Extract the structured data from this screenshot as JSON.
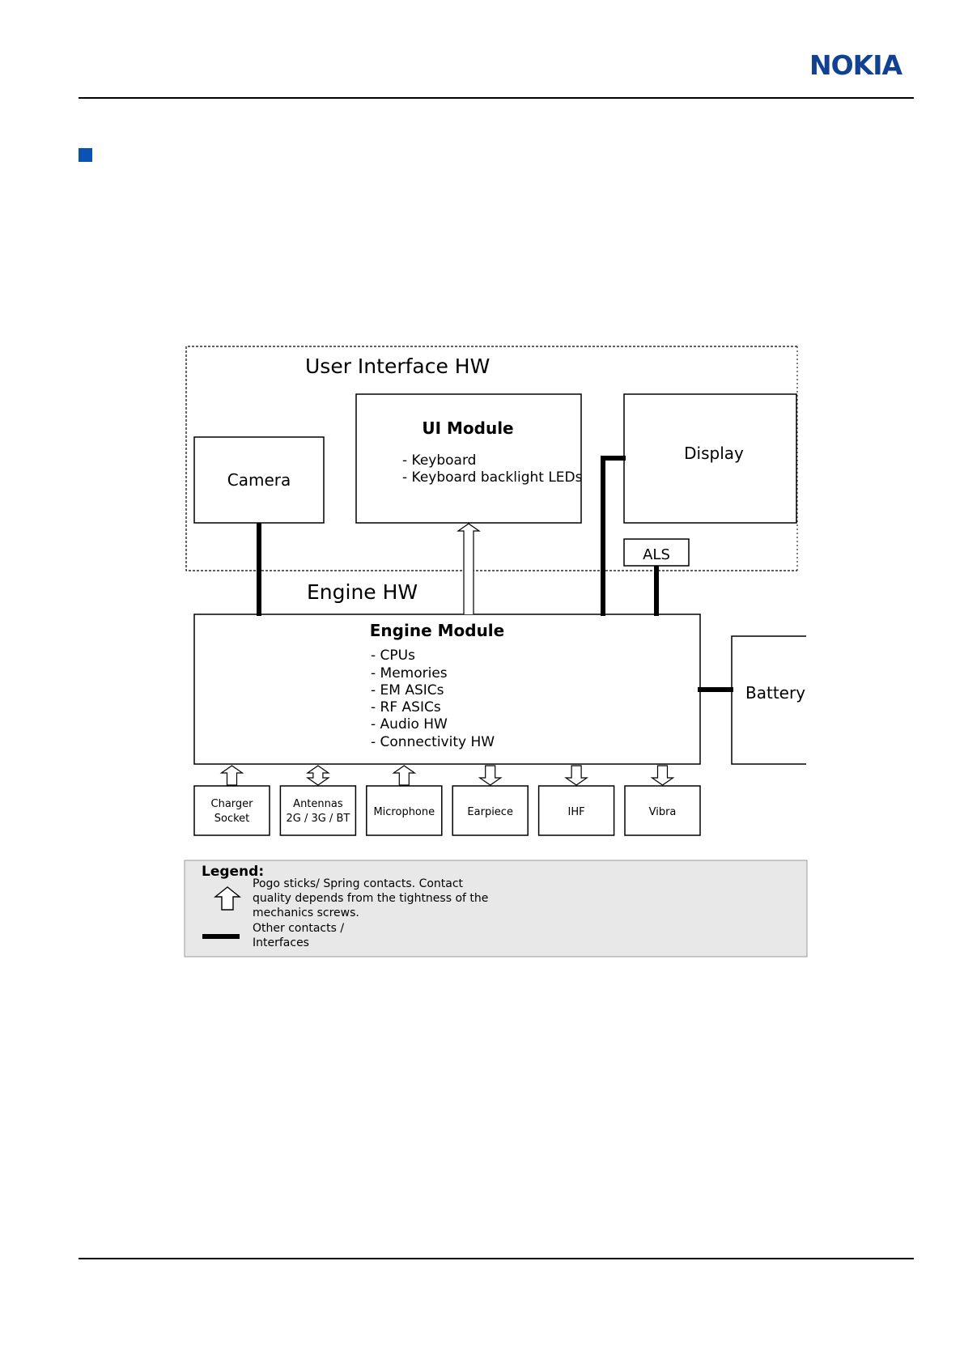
{
  "header": {
    "logo_text": "NOKIA"
  },
  "colors": {
    "brand": "#124191",
    "bullet": "#0a52b3",
    "legend_bg": "#e8e8e8"
  },
  "diagram": {
    "ui_section_label": "User Interface HW",
    "engine_section_label": "Engine HW",
    "camera": "Camera",
    "ui_module": {
      "title": "UI Module",
      "items": [
        "- Keyboard",
        "- Keyboard backlight LEDs"
      ]
    },
    "display": "Display",
    "als": "ALS",
    "engine_module": {
      "title": "Engine Module",
      "items": [
        "- CPUs",
        "- Memories",
        "- EM ASICs",
        "- RF ASICs",
        "- Audio HW",
        "- Connectivity HW"
      ]
    },
    "battery": "Battery",
    "peripherals": [
      {
        "line1": "Charger",
        "line2": "Socket",
        "direction": "up"
      },
      {
        "line1": "Antennas",
        "line2": "2G / 3G / BT",
        "direction": "both"
      },
      {
        "line1": "Microphone",
        "line2": "",
        "direction": "up"
      },
      {
        "line1": "Earpiece",
        "line2": "",
        "direction": "down"
      },
      {
        "line1": "IHF",
        "line2": "",
        "direction": "down"
      },
      {
        "line1": "Vibra",
        "line2": "",
        "direction": "down"
      }
    ],
    "legend": {
      "title": "Legend:",
      "pogo_lines": [
        "Pogo sticks/ Spring contacts. Contact",
        "quality depends from the tightness of the",
        "mechanics screws."
      ],
      "other_lines": [
        "Other contacts /",
        "Interfaces"
      ]
    }
  }
}
